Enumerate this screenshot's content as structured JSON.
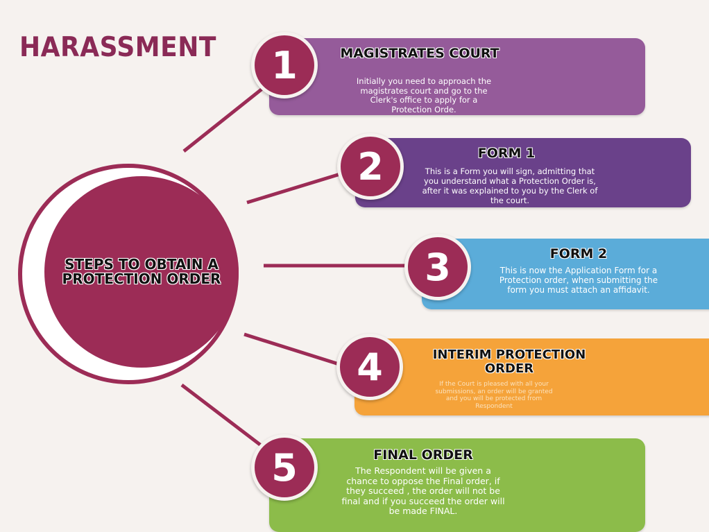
{
  "title": "HARASSMENT",
  "hub": {
    "label": "STEPS TO OBTAIN A PROTECTION ORDER"
  },
  "colors": {
    "accent": "#9c2c56",
    "step1": "#955b9a",
    "step2": "#6a418a",
    "step3": "#5bacd9",
    "step4": "#f5a33a",
    "step5": "#8cbc4a"
  },
  "steps": [
    {
      "number": "1",
      "title": "MAGISTRATES COURT",
      "description": "Initially you need to approach the magistrates court and go to the Clerk's office to apply for a Protection Orde."
    },
    {
      "number": "2",
      "title": "FORM 1",
      "description": "This is a Form you will sign, admitting that you understand what a Protection Order is, after it was explained to you by the Clerk of the court."
    },
    {
      "number": "3",
      "title": "FORM 2",
      "description": "This is now the Application Form for a Protection order, when submitting the form you must attach an affidavit."
    },
    {
      "number": "4",
      "title": "INTERIM PROTECTION ORDER",
      "description": "If the Court is pleased with all your submissions, an order will be granted and you will be protected from Respondent"
    },
    {
      "number": "5",
      "title": "FINAL ORDER",
      "description": "The Respondent will be given a chance to oppose the Final order, if they succeed , the order will not be final and if you succeed the order will be made FINAL."
    }
  ]
}
